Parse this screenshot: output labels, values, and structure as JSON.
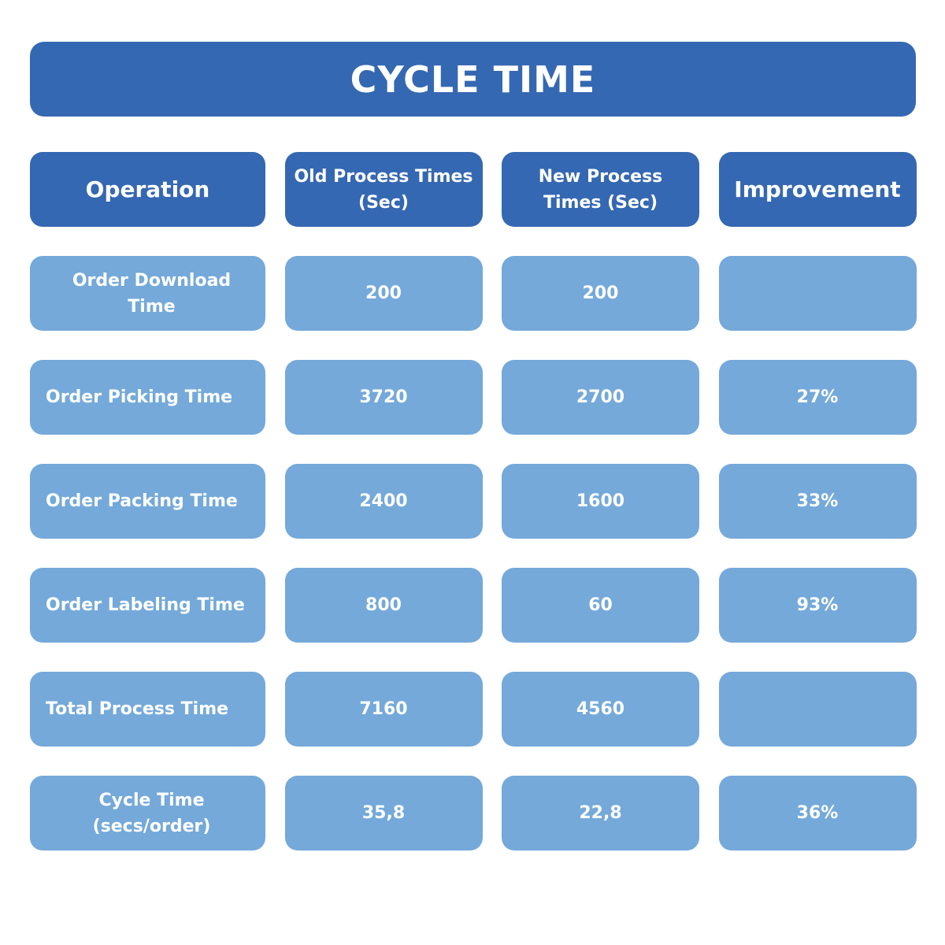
{
  "title": "CYCLE TIME",
  "colors": {
    "header_bg": "#3568b2",
    "cell_bg": "#74a9da",
    "text": "#ffffff"
  },
  "chart_data": {
    "type": "table",
    "title": "CYCLE TIME",
    "columns": [
      "Operation",
      "Old Process Times (Sec)",
      "New Process Times (Sec)",
      "Improvement"
    ],
    "rows": [
      {
        "operation": "Order Download Time",
        "old": "200",
        "new": "200",
        "improvement": ""
      },
      {
        "operation": "Order Picking Time",
        "old": "3720",
        "new": "2700",
        "improvement": "27%"
      },
      {
        "operation": "Order Packing Time",
        "old": "2400",
        "new": "1600",
        "improvement": "33%"
      },
      {
        "operation": "Order Labeling Time",
        "old": "800",
        "new": "60",
        "improvement": "93%"
      },
      {
        "operation": "Total Process Time",
        "old": "7160",
        "new": "4560",
        "improvement": ""
      },
      {
        "operation": "Cycle Time (secs/order)",
        "old": "35,8",
        "new": "22,8",
        "improvement": "36%"
      }
    ]
  }
}
